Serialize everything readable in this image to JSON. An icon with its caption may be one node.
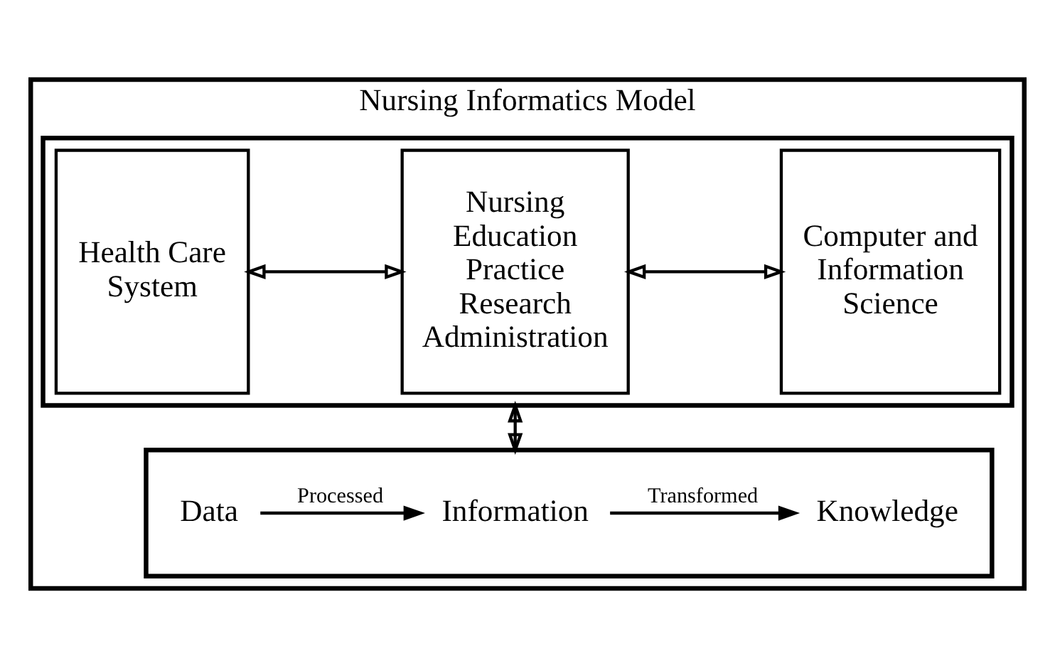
{
  "diagram": {
    "nodes": [
      {
        "text": [
          "Nursing Informatics Model"
        ]
      },
      {
        "text": [],
        "shape": "box",
        "in": 0
      },
      {
        "text": [
          "Health Care System"
        ],
        "in": 1
      },
      {
        "text": [
          "Nursing",
          "Education Practice Research Administration"
        ],
        "in": 1
      },
      {
        "text": [
          "Computer and Information Science"
        ],
        "in": 1
      },
      {
        "text": [],
        "shape": "box",
        "in": 0
      },
      {
        "text": [
          "Data"
        ],
        "in": 5
      },
      {
        "text": [
          "Information"
        ],
        "in": 5
      },
      {
        "text": [
          "Knowledge"
        ],
        "in": 5
      }
    ],
    "edges": [
      {
        "from": 2,
        "to": 3,
        "arrow": "both"
      },
      {
        "from": 3,
        "to": 4,
        "arrow": "both"
      },
      {
        "from": 1,
        "to": 5,
        "arrow": "both"
      },
      {
        "from": 6,
        "to": 7,
        "arrow": "to",
        "label": "Processed"
      },
      {
        "from": 7,
        "to": 8,
        "arrow": "to",
        "label": "Transformed"
      }
    ]
  }
}
